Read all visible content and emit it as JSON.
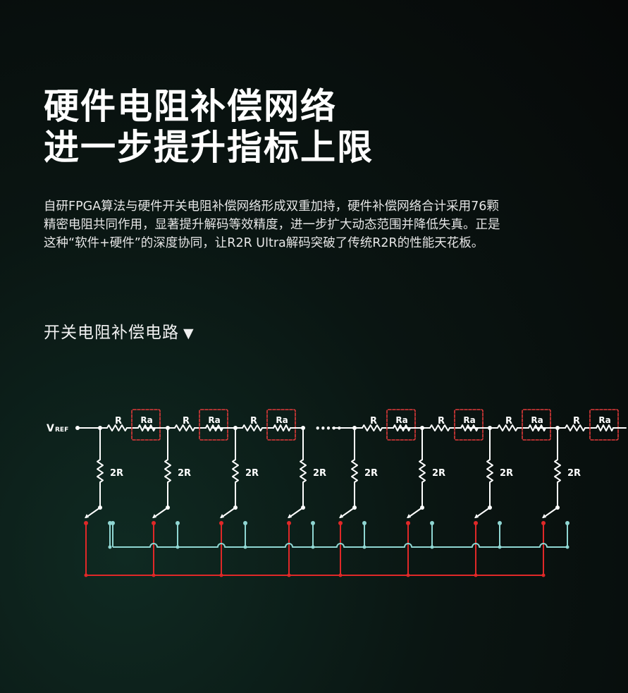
{
  "title": {
    "line1": "硬件电阻补偿网络",
    "line2": "进一步提升指标上限"
  },
  "description": "自研FPGA算法与硬件开关电阻补偿网络形成双重加持，硬件补偿网络合计采用76颗\n精密电阻共同作用，显著提升解码等效精度，进一步扩大动态范围并降低失真。正是\n这种“软件+硬件”的深度协同，让R2R Ultra解码突破了传统R2R的性能天花板。",
  "section": {
    "label": "开关电阻补偿电路",
    "arrow": "▼"
  },
  "diagram": {
    "vref_main": "V",
    "vref_sub": "REF",
    "r_label": "R",
    "ra_label": "Ra",
    "two_r_label": "2R",
    "ellipsis": "•••••",
    "colors": {
      "wire": "#ffffff",
      "ra_box": "#e23a3a",
      "red_bus": "#e02828",
      "cyan_bus": "#8fd6d2"
    }
  }
}
